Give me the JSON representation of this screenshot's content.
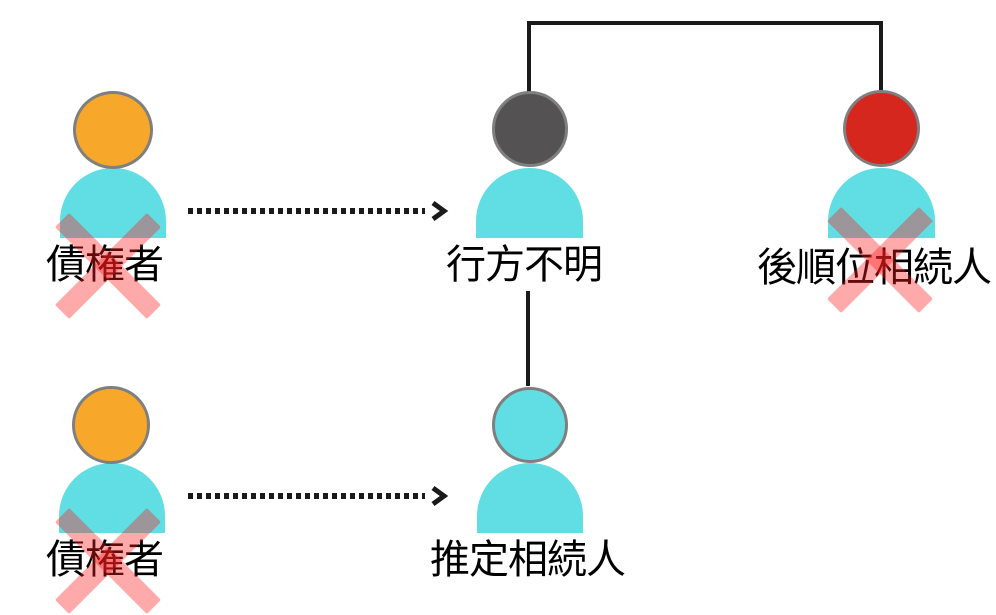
{
  "diagram": {
    "background": "#ffffff",
    "persons": [
      {
        "key": "creditor-top",
        "label": "債権者",
        "head_color": "#F7A82B",
        "body_color": "#60DEE4",
        "crossed_out": true
      },
      {
        "key": "missing-person",
        "label": "行方不明",
        "head_color": "#545252",
        "body_color": "#60DEE4",
        "crossed_out": false
      },
      {
        "key": "lower-rank-heir",
        "label": "後順位相続人",
        "head_color": "#D6271E",
        "body_color": "#60DEE4",
        "crossed_out": true
      },
      {
        "key": "presumptive-heir",
        "label": "推定相続人",
        "head_color": "#60DEE4",
        "body_color": "#60DEE4",
        "crossed_out": false
      },
      {
        "key": "creditor-bottom",
        "label": "債権者",
        "head_color": "#F7A82B",
        "body_color": "#60DEE4",
        "crossed_out": true
      }
    ],
    "relations": [
      {
        "type": "family-line",
        "from": "missing-person",
        "to": "lower-rank-heir"
      },
      {
        "type": "family-line",
        "from": "missing-person",
        "to": "presumptive-heir"
      },
      {
        "type": "dotted-arrow",
        "from": "creditor-top",
        "to": "missing-person"
      },
      {
        "type": "dotted-arrow",
        "from": "creditor-bottom",
        "to": "presumptive-heir"
      }
    ],
    "colors": {
      "body_cyan": "#60DEE4",
      "head_orange": "#F7A82B",
      "head_gray": "#545252",
      "head_red": "#D6271E",
      "head_border": "#7F7F7F",
      "cross_red": "rgba(255,32,32,0.38)",
      "line_black": "#1a1a1a",
      "label_black": "#000000"
    }
  }
}
